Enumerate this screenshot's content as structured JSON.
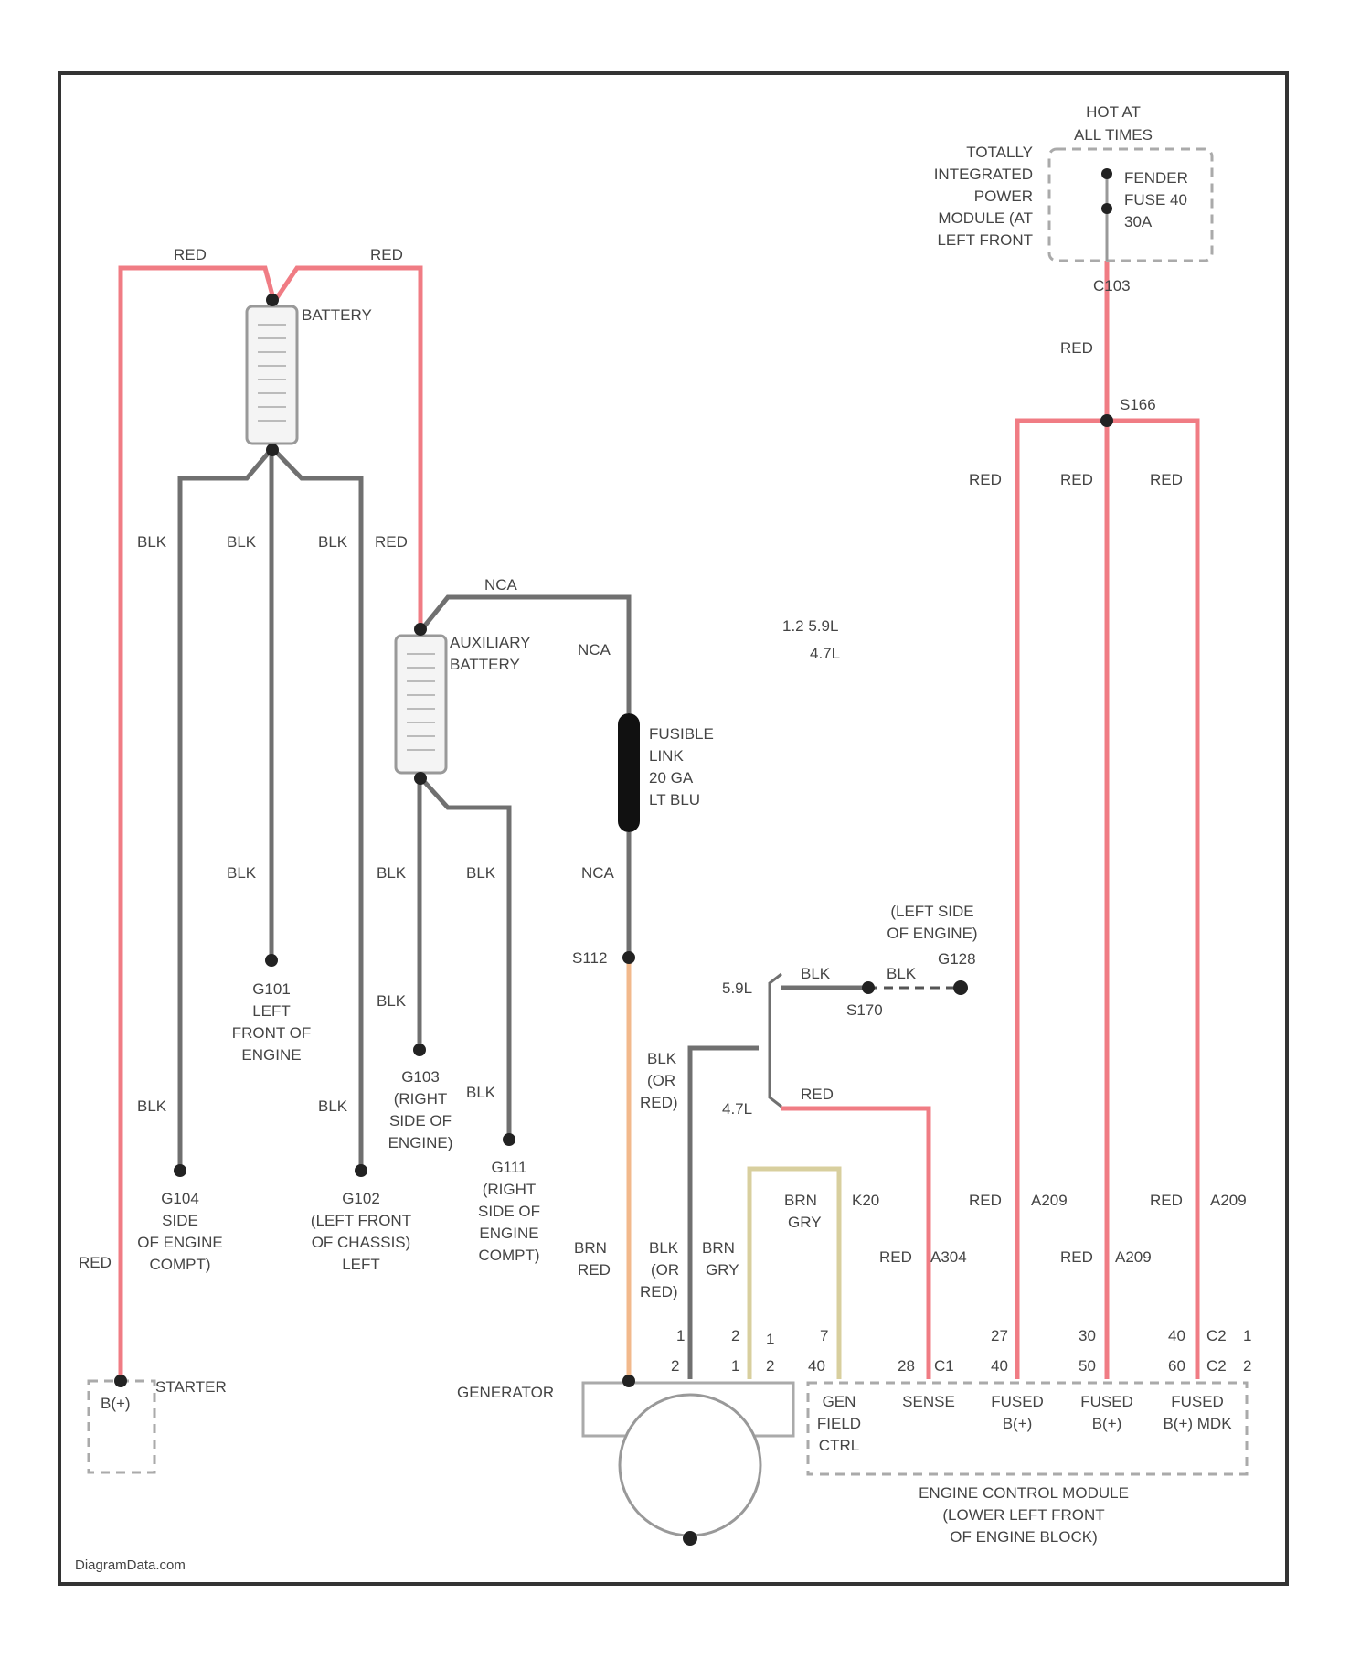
{
  "colors": {
    "red": "#f07c84",
    "black": "#707070",
    "orange": "#f2b98c",
    "yellow": "#d8cf9e"
  },
  "footer": {
    "watermark": "DiagramData.com"
  },
  "labels": {
    "hot_at_all_times": [
      "HOT AT",
      "ALL TIMES"
    ],
    "tipm": [
      "TOTALLY",
      "INTEGRATED",
      "POWER",
      "MODULE (AT",
      "LEFT FRONT"
    ],
    "fuse": [
      "FENDER",
      "FUSE 40",
      "30A"
    ],
    "c103": "C103",
    "s166": "S166",
    "battery": "BATTERY",
    "aux_battery": [
      "AUXILIARY",
      "BATTERY"
    ],
    "fusible_link": [
      "FUSIBLE",
      "LINK",
      "20 GA",
      "LT BLU"
    ],
    "engine_variants": [
      "1.2 5.9L",
      "4.7L"
    ],
    "left_side_engine": [
      "(LEFT SIDE",
      "OF ENGINE)"
    ],
    "g128": "G128",
    "s170": "S170",
    "s112": "S112",
    "v59": "5.9L",
    "v47": "4.7L",
    "g101": [
      "G101",
      "LEFT",
      "FRONT OF",
      "ENGINE"
    ],
    "g104": [
      "G104",
      "SIDE",
      "OF ENGINE",
      "COMPT)"
    ],
    "g102": [
      "G102",
      "(LEFT FRONT",
      "OF CHASSIS)",
      "LEFT"
    ],
    "g103": [
      "G103",
      "(RIGHT",
      "SIDE OF",
      "ENGINE)"
    ],
    "g111": [
      "G111",
      "(RIGHT",
      "SIDE OF",
      "ENGINE",
      "COMPT)"
    ],
    "starter": "STARTER",
    "starter_pin": "B(+)",
    "generator": "GENERATOR",
    "ecm": [
      "ENGINE CONTROL MODULE",
      "(LOWER LEFT FRONT",
      "OF ENGINE BLOCK)"
    ],
    "ecm_pins": [
      [
        "GEN",
        "FIELD",
        "CTRL"
      ],
      [
        "SENSE"
      ],
      [
        "FUSED",
        "B(+)"
      ],
      [
        "FUSED",
        "B(+)"
      ],
      [
        "FUSED",
        "B(+) MDK"
      ]
    ],
    "connectors": [
      "C1",
      "C2",
      "C2"
    ]
  },
  "wire_labels": {
    "red": "RED",
    "blk": "BLK",
    "nca": "NCA",
    "brn_gry": [
      "BRN",
      "GRY"
    ],
    "brn_red": [
      "BRN",
      "RED"
    ],
    "blk_or_red": [
      "BLK",
      "(OR",
      "RED)"
    ],
    "k20": "K20",
    "a209": "A209",
    "a304": "A304"
  },
  "pins": [
    "1",
    "2",
    "1",
    "7",
    "27",
    "30",
    "40",
    "2",
    "1",
    "2",
    "40",
    "28",
    "40",
    "50",
    "60",
    "1",
    "2"
  ]
}
